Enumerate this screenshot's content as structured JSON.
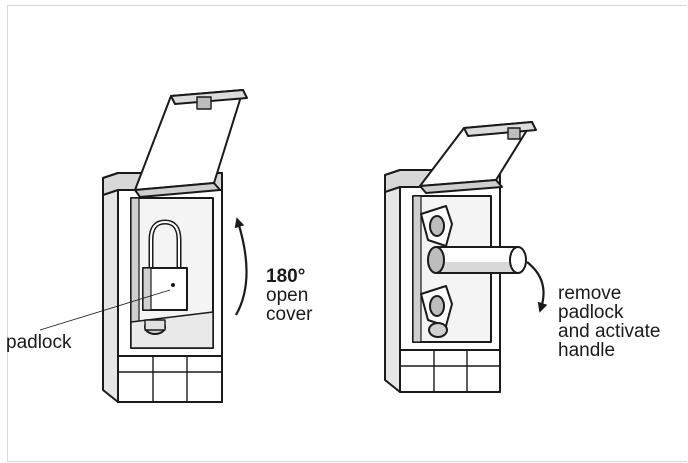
{
  "left_figure": {
    "angle_label": "180°",
    "action_label": [
      "open",
      "cover"
    ],
    "callout_label": "padlock"
  },
  "right_figure": {
    "action_label": [
      "remove",
      "padlock",
      "and activate",
      "handle"
    ]
  },
  "colors": {
    "line": "#1a1a1a",
    "face": "#ffffff",
    "shade": "#d8d8d8",
    "dark_shade": "#9a9a9a"
  }
}
